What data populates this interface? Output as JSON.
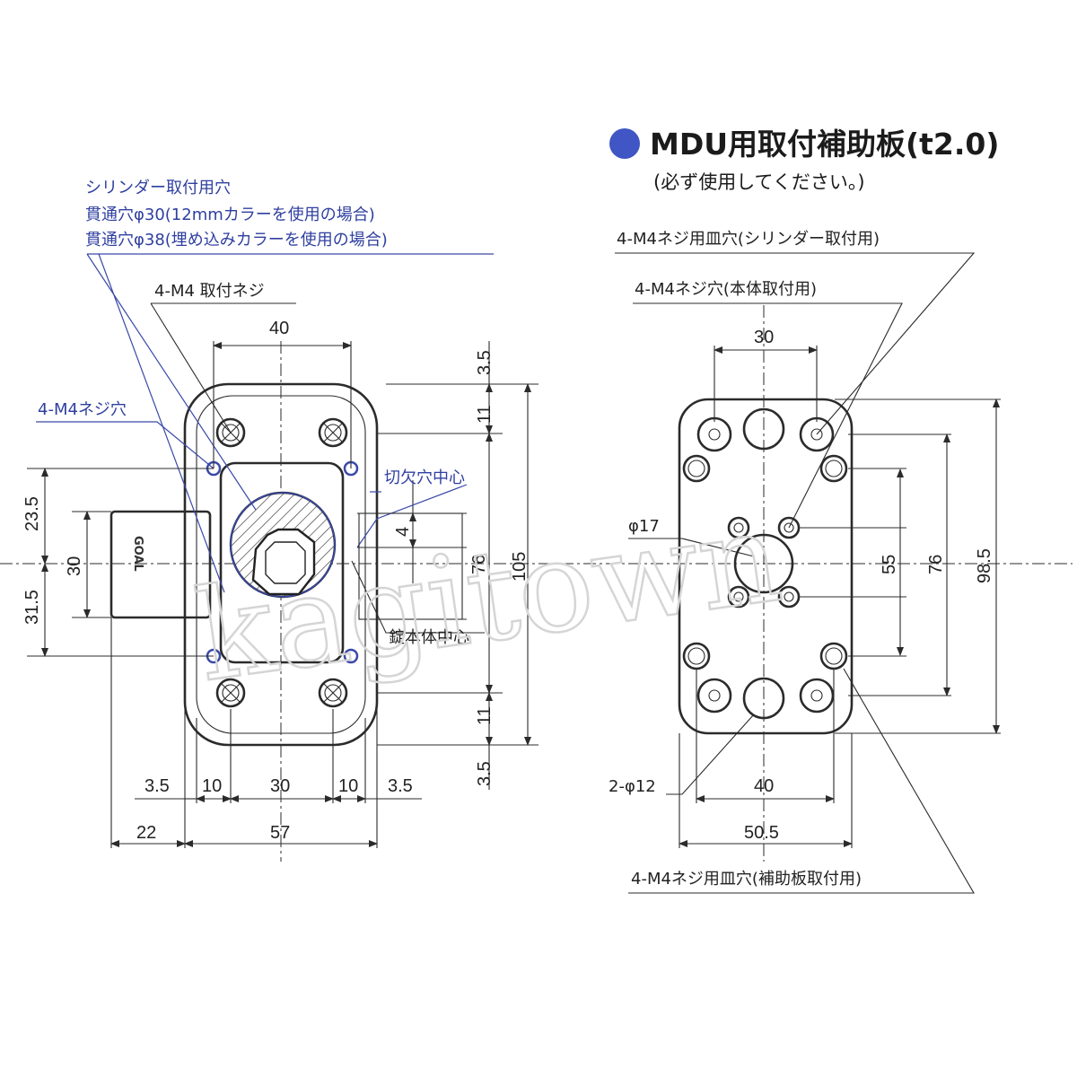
{
  "watermark": "kagitown",
  "plate": {
    "title": "MDU用取付補助板(t2.0)",
    "note": "(必ず使用してください。)",
    "accent_color": "#3f56c4"
  },
  "left_view": {
    "brand": "GOAL",
    "labels": {
      "cylinder_hole_1": "シリンダー取付用穴",
      "cylinder_hole_2": "貫通穴φ30(12mmカラーを使用の場合)",
      "cylinder_hole_3": "貫通穴φ38(埋め込みカラーを使用の場合)",
      "mount_screw": "4-M4 取付ネジ",
      "screw_hole": "4-M4ネジ穴",
      "notch_center": "切欠穴中心",
      "lock_center": "錠本体中心"
    },
    "dims": {
      "top_40": "40",
      "r_3_5_top": "3.5",
      "r_11_top": "11",
      "r_4": "4",
      "r_76": "76",
      "r_105": "105",
      "r_11_bot": "11",
      "r_3_5_bot": "3.5",
      "l_23_5": "23.5",
      "l_30": "30",
      "l_31_5": "31.5",
      "b_3_5_a": "3.5",
      "b_10_a": "10",
      "b_30": "30",
      "b_10_b": "10",
      "b_3_5_b": "3.5",
      "b_22": "22",
      "b_57": "57"
    }
  },
  "right_view": {
    "labels": {
      "countersink_cyl": "4-M4ネジ用皿穴(シリンダー取付用)",
      "screw_body": "4-M4ネジ穴(本体取付用)",
      "phi17": "φ17",
      "phi12": "2-φ12",
      "countersink_plate": "4-M4ネジ用皿穴(補助板取付用)"
    },
    "dims": {
      "top_30": "30",
      "r_55": "55",
      "r_76": "76",
      "r_98_5": "98.5",
      "b_40": "40",
      "b_50_5": "50.5"
    }
  }
}
